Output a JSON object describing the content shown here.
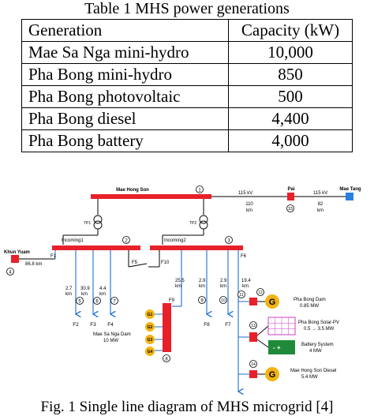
{
  "table": {
    "title": "Table 1 MHS power generations",
    "headers": [
      "Generation",
      "Capacity (kW)"
    ],
    "rows": [
      {
        "name": "Mae Sa Nga mini-hydro",
        "capacity": "10,000"
      },
      {
        "name": "Pha Bong mini-hydro",
        "capacity": "850"
      },
      {
        "name": "Pha Bong photovoltaic",
        "capacity": "500"
      },
      {
        "name": "Pha Bong diesel",
        "capacity": "4,400"
      },
      {
        "name": "Pha Bong battery",
        "capacity": "4,000"
      }
    ]
  },
  "diagram": {
    "buses": {
      "mhs": "Mae Hong Son",
      "pai": "Pai",
      "mae_tang": "Mae Tang",
      "khun_yuam": "Khun Yuam"
    },
    "node_numbers": {
      "n1": "1",
      "n2": "2",
      "n3": "3",
      "n4": "4",
      "n5": "5",
      "n6": "6",
      "n7": "7",
      "n8": "8",
      "n9": "9",
      "n10": "10",
      "n11": "11",
      "n12": "12",
      "n13": "13",
      "n14": "14",
      "n15": "15"
    },
    "lines": {
      "kv_pai": "115 kV",
      "pai_km_top": "110",
      "pai_km_bot": "km",
      "kv_tang": "115 kV",
      "tang_km_top": "82",
      "tang_km_bot": "km",
      "khun_km": "86.8 km",
      "f2_top": "2.7",
      "f2_bot": "km",
      "f3_top": "30.9",
      "f3_bot": "km",
      "f4_top": "4.4",
      "f4_bot": "km",
      "f9_top": "25.5",
      "f9_bot": "km",
      "f8_top": "2.9",
      "f8_bot": "km",
      "f7_top": "2.9",
      "f7_bot": "km",
      "f6_top": "19.4",
      "f6_bot": "km"
    },
    "labels": {
      "tp1": "TP1",
      "tp2": "TP2",
      "incoming1": "Incoming1",
      "incoming2": "Incoming2",
      "f1": "F1",
      "f2": "F2",
      "f3": "F3",
      "f4": "F4",
      "f5": "F5",
      "f6": "F6",
      "f7": "F7",
      "f8": "F8",
      "f9": "F9",
      "f10": "F10"
    },
    "sources": {
      "mae_sa_nga_name": "Mae Sa Nga Dam",
      "mae_sa_nga_cap": "10 MW",
      "pha_bong_dam_name": "Pha Bong Dam",
      "pha_bong_dam_cap": "0.85 MW",
      "solar_name": "Pha Bong Solar-PV",
      "solar_cap": "0.5 → 3.5 MW",
      "battery_name": "Battery System",
      "battery_cap": "4 MW",
      "diesel_name": "Mae Hong Son Diesel",
      "diesel_cap": "5.4 MW",
      "g": "G",
      "g1": "G1",
      "g2": "G2",
      "g3": "G3",
      "g4": "G4"
    },
    "colors": {
      "bus": "#e8202a",
      "feeder": "#1f6fd1",
      "generator": "#f2b313",
      "mae_tang": "#2a7fe0",
      "battery": "#1f8a3a",
      "pv": "#d45fd0"
    }
  },
  "figure_caption": "Fig. 1 Single line diagram of MHS microgrid [4]"
}
